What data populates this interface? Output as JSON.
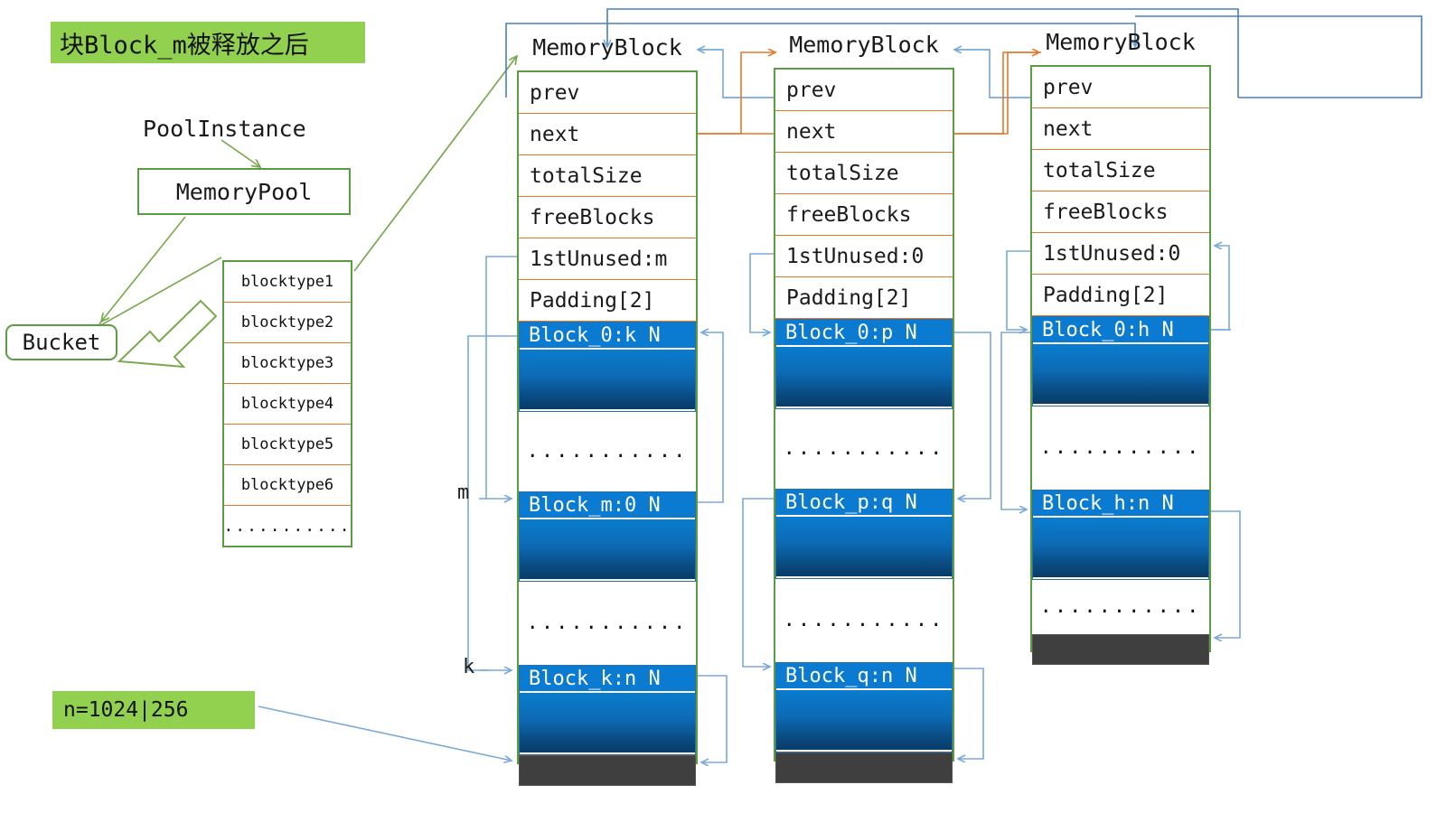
{
  "title_banner": {
    "text": "块Block_m被释放之后"
  },
  "n_banner": {
    "text": "n=1024|256"
  },
  "labels": {
    "pool_instance": "PoolInstance",
    "memory_pool": "MemoryPool",
    "bucket": "Bucket",
    "index_m": "m",
    "index_k": "k",
    "dots": "..........."
  },
  "bucket_list": {
    "items": [
      "blocktype1",
      "blocktype2",
      "blocktype3",
      "blocktype4",
      "blocktype5",
      "blocktype6",
      "..........."
    ]
  },
  "memory_blocks": [
    {
      "title": "MemoryBlock",
      "fields": [
        {
          "label": "prev"
        },
        {
          "label": "next"
        },
        {
          "label": "totalSize"
        },
        {
          "label": "freeBlocks"
        },
        {
          "label": "1stUnused:m"
        },
        {
          "label": "Padding[2]"
        }
      ],
      "blocks": [
        {
          "kind": "block",
          "label": "Block_0:k N"
        },
        {
          "kind": "gap",
          "label": "..........."
        },
        {
          "kind": "block",
          "label": "Block_m:0 N"
        },
        {
          "kind": "gap",
          "label": "..........."
        },
        {
          "kind": "block",
          "label": "Block_k:n N"
        },
        {
          "kind": "free",
          "label": ""
        }
      ]
    },
    {
      "title": "MemoryBlock",
      "fields": [
        {
          "label": "prev"
        },
        {
          "label": "next"
        },
        {
          "label": "totalSize"
        },
        {
          "label": "freeBlocks"
        },
        {
          "label": "1stUnused:0"
        },
        {
          "label": "Padding[2]"
        }
      ],
      "blocks": [
        {
          "kind": "block",
          "label": "Block_0:p N"
        },
        {
          "kind": "gap",
          "label": "..........."
        },
        {
          "kind": "block",
          "label": "Block_p:q N"
        },
        {
          "kind": "gap",
          "label": "..........."
        },
        {
          "kind": "block",
          "label": "Block_q:n N"
        },
        {
          "kind": "free",
          "label": ""
        }
      ]
    },
    {
      "title": "MemoryBlock",
      "fields": [
        {
          "label": "prev"
        },
        {
          "label": "next"
        },
        {
          "label": "totalSize"
        },
        {
          "label": "freeBlocks"
        },
        {
          "label": "1stUnused:0"
        },
        {
          "label": "Padding[2]"
        }
      ],
      "blocks": [
        {
          "kind": "block",
          "label": "Block_0:h N"
        },
        {
          "kind": "gap",
          "label": "..........."
        },
        {
          "kind": "block",
          "label": "Block_h:n N"
        },
        {
          "kind": "gap",
          "label": "..........."
        },
        {
          "kind": "free",
          "label": ""
        }
      ]
    }
  ],
  "colors": {
    "banner_green": "#92d050",
    "box_green": "#5b9b41",
    "field_divider_orange": "#e0792b",
    "block_blue": "#0a7bd0",
    "free_gray": "#3f3f3f",
    "arrow_blue": "#7aa9d8",
    "arrow_orange": "#e0792b",
    "arrow_green": "#7aa84f"
  }
}
